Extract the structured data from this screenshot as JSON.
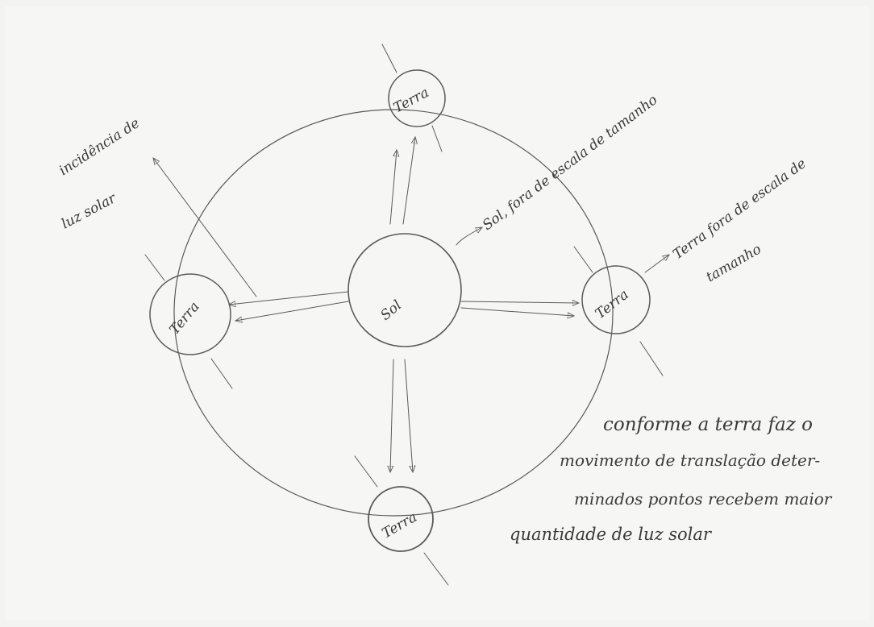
{
  "labels": {
    "sun": "Sol",
    "earth_top": "Terra",
    "earth_left": "Terra",
    "earth_right": "Terra",
    "earth_bottom": "Terra"
  },
  "annotations": {
    "light_line1": "incidência de",
    "light_line2": "luz solar",
    "sun_scale": "Sol, fora de escala de tamanho",
    "earth_scale_line1": "Terra fora de escala de",
    "earth_scale_line2": "tamanho",
    "note_line1": "conforme a terra faz o",
    "note_line2": "movimento de translação deter-",
    "note_line3": "minados pontos recebem maior",
    "note_line4": "quantidade de luz solar"
  },
  "colors": {
    "paper": "#f6f6f4",
    "pencil": "#5a5a5a"
  }
}
